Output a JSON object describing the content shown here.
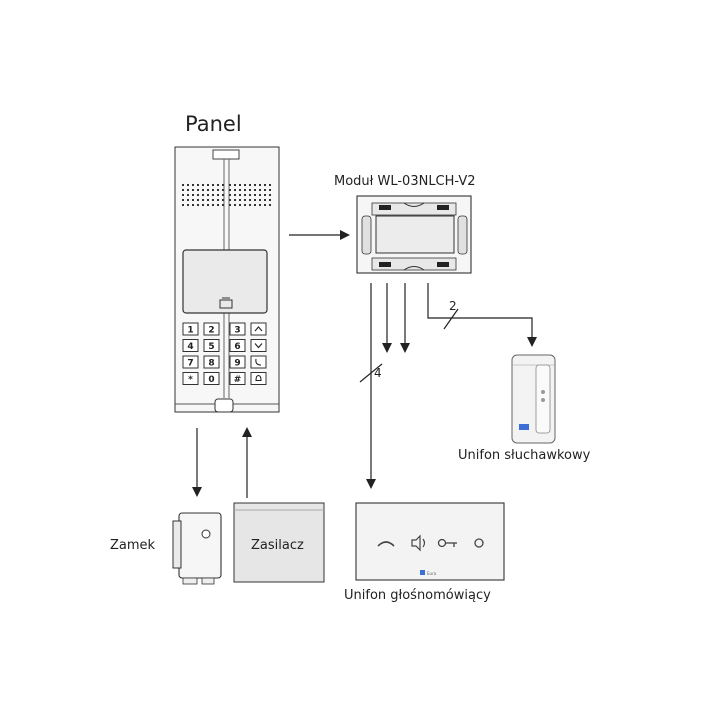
{
  "labels": {
    "panel": "Panel",
    "module": "Moduł WL-03NLCH-V2",
    "handset": "Unifon słuchawkowy",
    "speaker": "Unifon głośnomówiący",
    "lock": "Zamek",
    "power": "Zasilacz"
  },
  "wire_counts": {
    "handset_wires": "2",
    "speaker_wires": "4"
  },
  "keypad": {
    "keys": [
      "1",
      "2",
      "3",
      "4",
      "5",
      "6",
      "7",
      "8",
      "9",
      "*",
      "0",
      "#"
    ]
  },
  "speaker_unit": {
    "brand": "Eura",
    "icons": [
      "handset-icon",
      "speaker-volume-icon",
      "key-icon",
      "circle-button-icon"
    ]
  },
  "colors": {
    "line": "#222222",
    "device_fill": "#f4f4f4",
    "box_fill": "#e6e6e6",
    "brand_blue": "#3b6fd6"
  }
}
